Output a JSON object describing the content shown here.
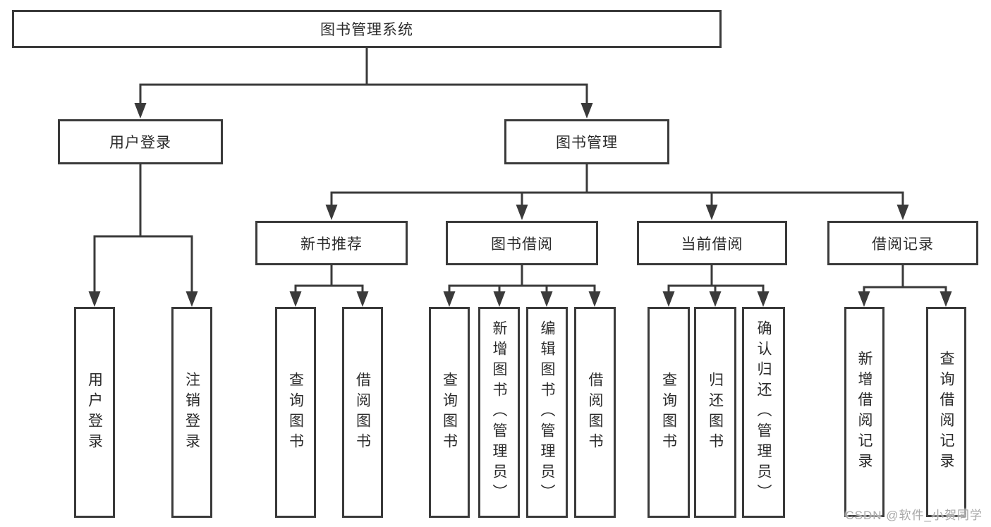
{
  "root": {
    "label": "图书管理系统"
  },
  "level2": [
    {
      "label": "用户登录"
    },
    {
      "label": "图书管理"
    }
  ],
  "level3": [
    {
      "label": "新书推荐"
    },
    {
      "label": "图书借阅"
    },
    {
      "label": "当前借阅"
    },
    {
      "label": "借阅记录"
    }
  ],
  "leaves": {
    "user_login": [
      {
        "label": "用户登录"
      },
      {
        "label": "注销登录"
      }
    ],
    "new_book": [
      {
        "label": "查询图书"
      },
      {
        "label": "借阅图书"
      }
    ],
    "book_borrow": [
      {
        "label": "查询图书"
      },
      {
        "label": "新增图书（管理员）"
      },
      {
        "label": "编辑图书（管理员）"
      },
      {
        "label": "借阅图书"
      }
    ],
    "current_borrow": [
      {
        "label": "查询图书"
      },
      {
        "label": "归还图书"
      },
      {
        "label": "确认归还（管理员）"
      }
    ],
    "borrow_record": [
      {
        "label": "新增借阅记录"
      },
      {
        "label": "查询借阅记录"
      }
    ]
  },
  "watermark": "CSDN @软件_小贺同学",
  "colors": {
    "line": "#3a3a3a",
    "text": "#2b2b2b",
    "watermark": "#a8a8a8",
    "background": "#ffffff"
  }
}
